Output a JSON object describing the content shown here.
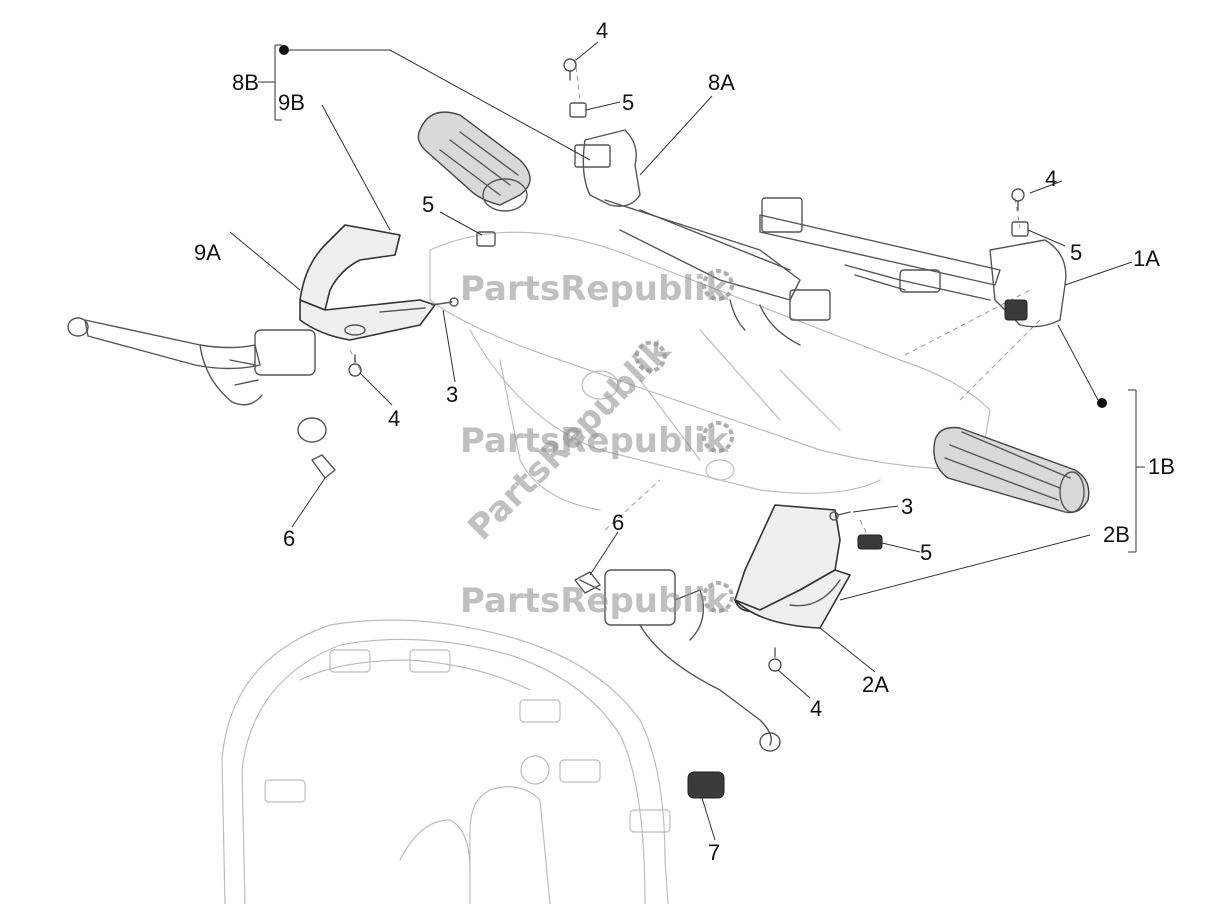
{
  "diagram": {
    "callouts": {
      "c1A": "1A",
      "c1B": "1B",
      "c2A": "2A",
      "c2B": "2B",
      "c3_left": "3",
      "c3_right": "3",
      "c4_top": "4",
      "c4_topright": "4",
      "c4_left": "4",
      "c4_bottom": "4",
      "c5_top": "5",
      "c5_left": "5",
      "c5_right": "5",
      "c5_lower": "5",
      "c6_left": "6",
      "c6_center": "6",
      "c7": "7",
      "c8A": "8A",
      "c8B": "8B",
      "c9A": "9A",
      "c9B": "9B"
    },
    "watermarks": [
      "PartsRepublik",
      "PartsRepublik",
      "PartsRepublik",
      "PartsRepublik"
    ],
    "icons": [
      "gear-icon",
      "bullet-dot-icon"
    ],
    "colors": {
      "line": "#555555",
      "text": "#111111",
      "watermark": "#8c8c8c"
    }
  }
}
